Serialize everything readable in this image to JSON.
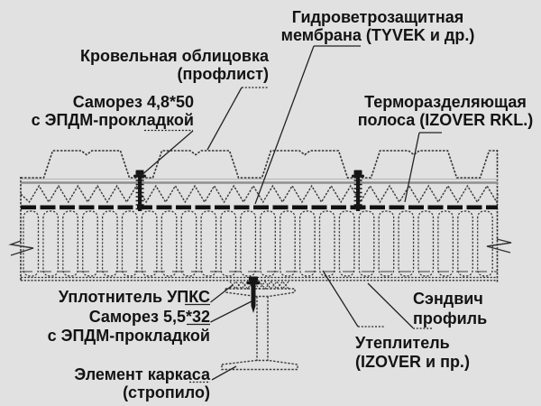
{
  "diagram": {
    "title": "Roof sandwich assembly detail",
    "background_color": "#e1e1e1",
    "line_color": "#333333",
    "membrane_color": "#111111",
    "labels": {
      "membrane": {
        "line1": "Гидроветрозащитная",
        "line2": "мембрана (TYVEK и др.)"
      },
      "roof_cladding": {
        "line1": "Кровельная облицовка",
        "line2": "(профлист)"
      },
      "screw_top": {
        "line1": "Саморез 4,8*50",
        "line2": "с ЭПДМ-прокладкой"
      },
      "thermal_strip": {
        "line1": "Терморазделяющая",
        "line2": "полоса (IZOVER RKL.)"
      },
      "sealant": {
        "line1": "Уплотнитель УПКС"
      },
      "screw_bottom": {
        "line1": "Саморез 5,5*32",
        "line2": "с ЭПДМ-прокладкой"
      },
      "frame_element": {
        "line1": "Элемент каркаса",
        "line2": "(стропило)"
      },
      "sandwich_profile": {
        "line1": "Сэндвич",
        "line2": "профиль"
      },
      "insulation": {
        "line1": "Утеплитель",
        "line2": "(IZOVER и пр.)"
      }
    }
  }
}
